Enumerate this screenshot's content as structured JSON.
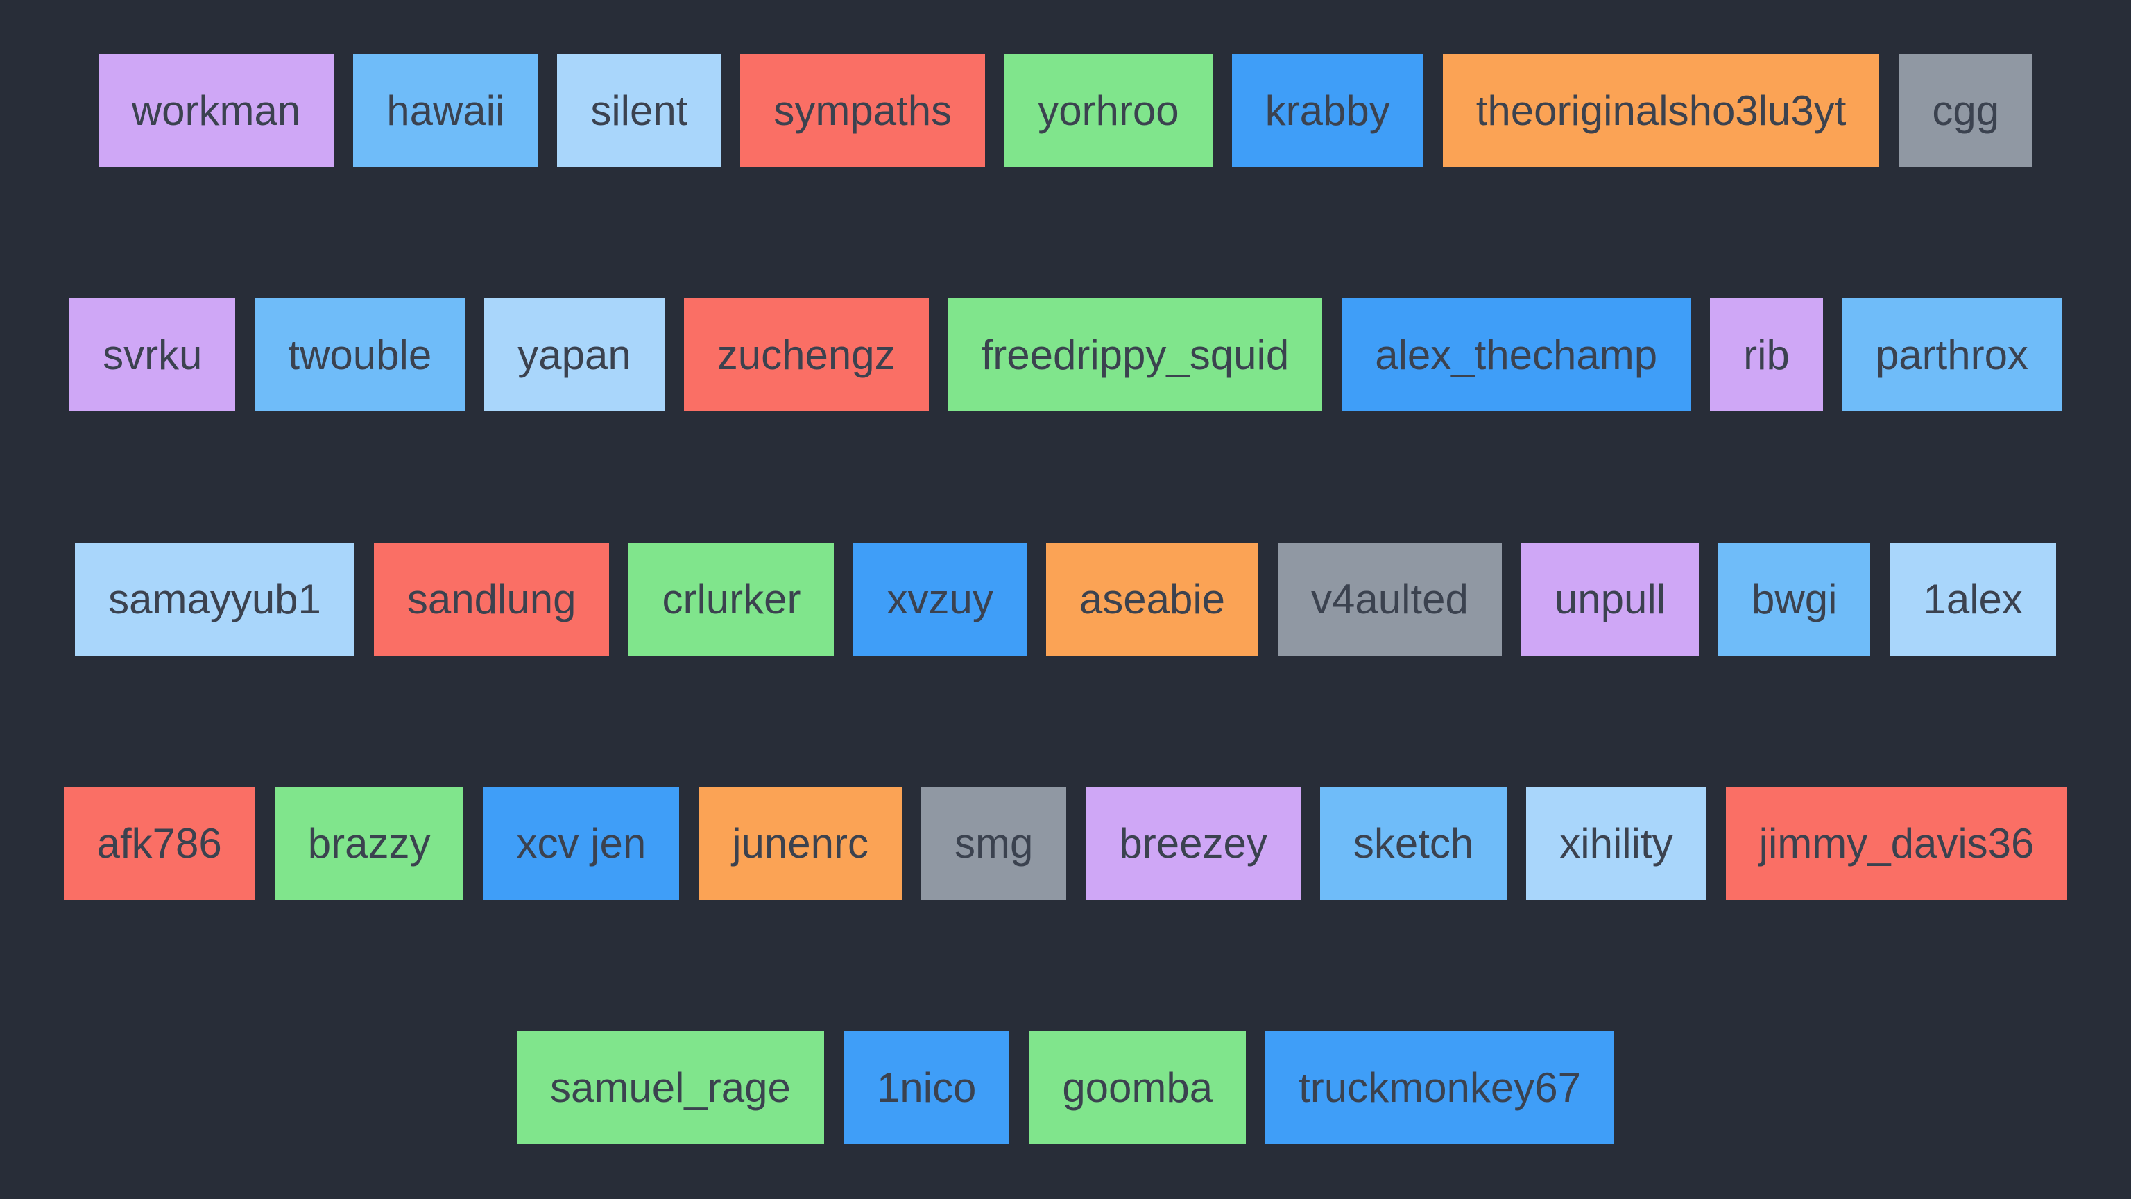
{
  "page": {
    "background": "#282D38",
    "text_color": "#3B424F"
  },
  "palette": {
    "purple": "#CFA7F6",
    "blue": "#6FBCF9",
    "light_blue": "#A9D6FB",
    "red": "#FA6F65",
    "green": "#80E58C",
    "bright_blue": "#3F9EF8",
    "orange": "#FBA355",
    "gray": "#9098A3"
  },
  "rows": [
    {
      "tags": [
        {
          "label": "workman",
          "color": "purple"
        },
        {
          "label": "hawaii",
          "color": "blue"
        },
        {
          "label": "silent",
          "color": "light_blue"
        },
        {
          "label": "sympaths",
          "color": "red"
        },
        {
          "label": "yorhroo",
          "color": "green"
        },
        {
          "label": "krabby",
          "color": "bright_blue"
        },
        {
          "label": "theoriginalsho3lu3yt",
          "color": "orange"
        },
        {
          "label": "cgg",
          "color": "gray"
        }
      ]
    },
    {
      "tags": [
        {
          "label": "svrku",
          "color": "purple"
        },
        {
          "label": "twouble",
          "color": "blue"
        },
        {
          "label": "yapan",
          "color": "light_blue"
        },
        {
          "label": "zuchengz",
          "color": "red"
        },
        {
          "label": "freedrippy_squid",
          "color": "green"
        },
        {
          "label": "alex_thechamp",
          "color": "bright_blue"
        },
        {
          "label": "rib",
          "color": "purple"
        },
        {
          "label": "parthrox",
          "color": "blue"
        }
      ]
    },
    {
      "tags": [
        {
          "label": "samayyub1",
          "color": "light_blue"
        },
        {
          "label": "sandlung",
          "color": "red"
        },
        {
          "label": "crlurker",
          "color": "green"
        },
        {
          "label": "xvzuy",
          "color": "bright_blue"
        },
        {
          "label": "aseabie",
          "color": "orange"
        },
        {
          "label": "v4aulted",
          "color": "gray"
        },
        {
          "label": "unpull",
          "color": "purple"
        },
        {
          "label": "bwgi",
          "color": "blue"
        },
        {
          "label": "1alex",
          "color": "light_blue"
        }
      ]
    },
    {
      "tags": [
        {
          "label": "afk786",
          "color": "red"
        },
        {
          "label": "brazzy",
          "color": "green"
        },
        {
          "label": "xcv jen",
          "color": "bright_blue"
        },
        {
          "label": "junenrc",
          "color": "orange"
        },
        {
          "label": "smg",
          "color": "gray"
        },
        {
          "label": "breezey",
          "color": "purple"
        },
        {
          "label": "sketch",
          "color": "blue"
        },
        {
          "label": "xihility",
          "color": "light_blue"
        },
        {
          "label": "jimmy_davis36",
          "color": "red"
        }
      ]
    },
    {
      "tags": [
        {
          "label": "samuel_rage",
          "color": "green"
        },
        {
          "label": "1nico",
          "color": "bright_blue"
        },
        {
          "label": "goomba",
          "color": "green"
        },
        {
          "label": "truckmonkey67",
          "color": "bright_blue"
        }
      ]
    }
  ]
}
